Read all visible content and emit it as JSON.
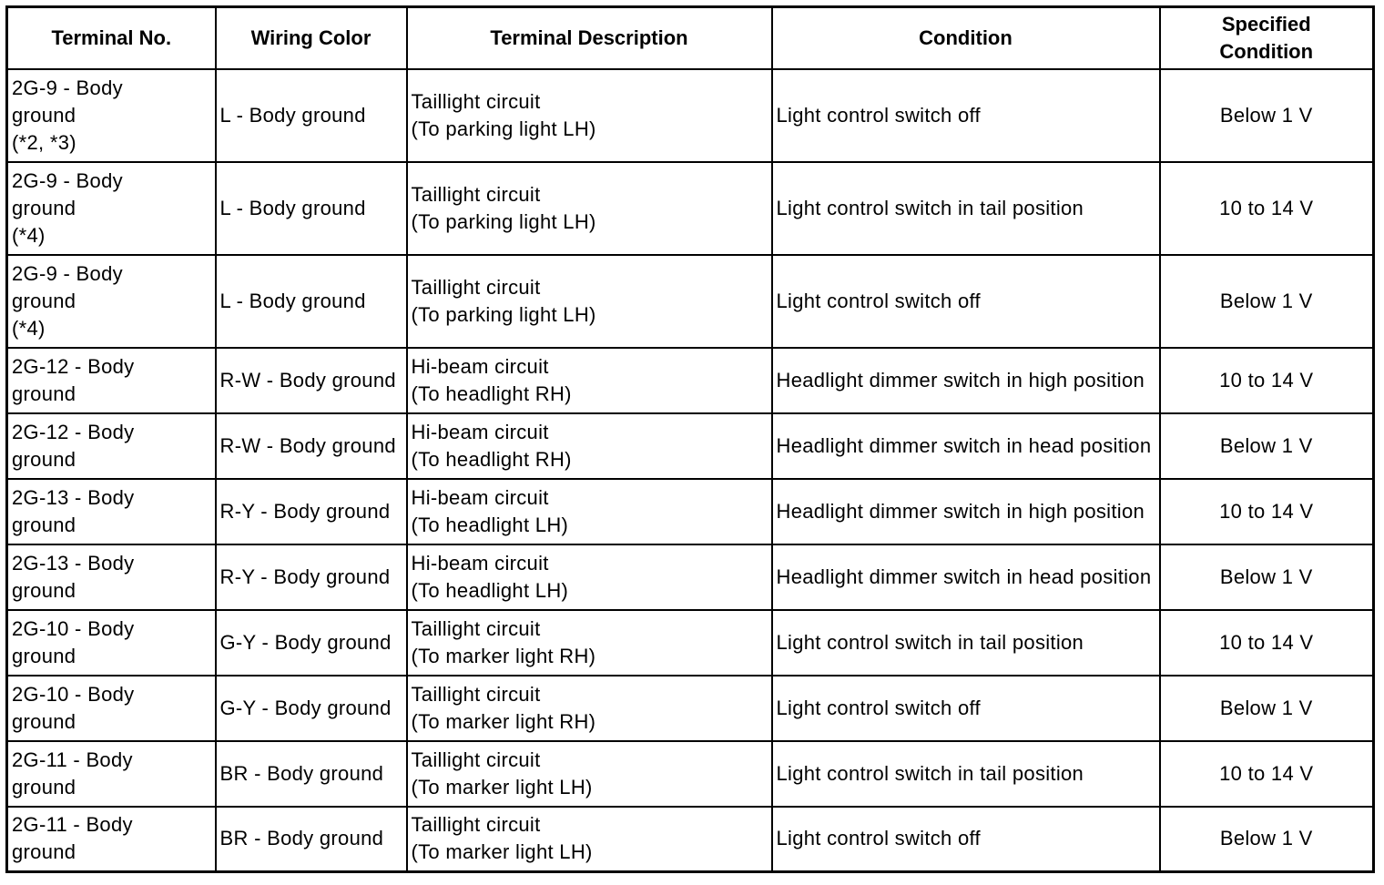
{
  "headers": {
    "terminal_no": "Terminal No.",
    "wiring_color": "Wiring Color",
    "terminal_description": "Terminal Description",
    "condition": "Condition",
    "specified_condition_1": "Specified",
    "specified_condition_2": "Condition"
  },
  "rows": [
    {
      "terminal": [
        "2G-9 - Body",
        "ground",
        "(*2, *3)"
      ],
      "wiring": "L - Body ground",
      "description": [
        "Taillight circuit",
        "(To parking light LH)"
      ],
      "condition": "Light control switch off",
      "spec": "Below 1 V"
    },
    {
      "terminal": [
        "2G-9 - Body",
        "ground",
        "(*4)"
      ],
      "wiring": "L - Body ground",
      "description": [
        "Taillight circuit",
        "(To parking light LH)"
      ],
      "condition": "Light control switch in tail position",
      "spec": "10 to 14 V"
    },
    {
      "terminal": [
        "2G-9 - Body",
        "ground",
        "(*4)"
      ],
      "wiring": "L - Body ground",
      "description": [
        "Taillight circuit",
        "(To parking light LH)"
      ],
      "condition": "Light control switch off",
      "spec": "Below 1 V"
    },
    {
      "terminal": [
        "2G-12 - Body",
        "ground"
      ],
      "wiring": "R-W - Body ground",
      "description": [
        "Hi-beam circuit",
        "(To headlight RH)"
      ],
      "condition": "Headlight dimmer switch in high position",
      "spec": "10 to 14 V"
    },
    {
      "terminal": [
        "2G-12 - Body",
        "ground"
      ],
      "wiring": "R-W - Body ground",
      "description": [
        "Hi-beam circuit",
        "(To headlight RH)"
      ],
      "condition": "Headlight dimmer switch in head position",
      "spec": "Below 1 V"
    },
    {
      "terminal": [
        "2G-13 - Body",
        "ground"
      ],
      "wiring": "R-Y - Body ground",
      "description": [
        "Hi-beam circuit",
        "(To headlight LH)"
      ],
      "condition": "Headlight dimmer switch in high position",
      "spec": "10 to 14 V"
    },
    {
      "terminal": [
        "2G-13 - Body",
        "ground"
      ],
      "wiring": "R-Y - Body ground",
      "description": [
        "Hi-beam circuit",
        "(To headlight LH)"
      ],
      "condition": "Headlight dimmer switch in head position",
      "spec": "Below 1 V"
    },
    {
      "terminal": [
        "2G-10 - Body",
        "ground"
      ],
      "wiring": "G-Y - Body ground",
      "description": [
        "Taillight circuit",
        "(To marker light RH)"
      ],
      "condition": "Light control switch in tail position",
      "spec": "10 to 14 V"
    },
    {
      "terminal": [
        "2G-10 - Body",
        "ground"
      ],
      "wiring": "G-Y - Body ground",
      "description": [
        "Taillight circuit",
        "(To marker light RH)"
      ],
      "condition": "Light control switch off",
      "spec": "Below 1 V"
    },
    {
      "terminal": [
        "2G-11 - Body",
        "ground"
      ],
      "wiring": "BR - Body ground",
      "description": [
        "Taillight circuit",
        "(To marker light LH)"
      ],
      "condition": "Light control switch in tail position",
      "spec": "10 to 14 V"
    },
    {
      "terminal": [
        "2G-11 - Body",
        "ground"
      ],
      "wiring": "BR - Body ground",
      "description": [
        "Taillight circuit",
        "(To marker light LH)"
      ],
      "condition": "Light control switch off",
      "spec": "Below 1 V"
    }
  ]
}
